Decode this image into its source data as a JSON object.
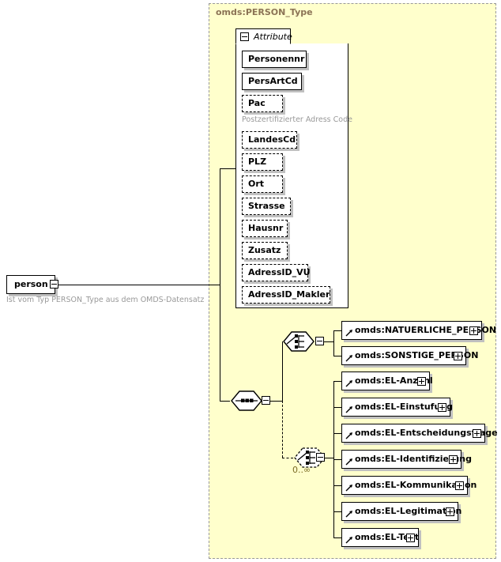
{
  "diagram": {
    "kind": "xsd-schema-diagram",
    "colors": {
      "type_background": "#ffffcc",
      "type_border": "#999999",
      "panel_background": "#ffffff",
      "box_border": "#000000",
      "shadow": "#c0c0c0",
      "title_text": "#8b7355",
      "annotation_text": "#999999",
      "cardinality_text": "#7a6a23"
    }
  },
  "type_box": {
    "title": "omds:PERSON_Type"
  },
  "root_element": {
    "name": "person",
    "toggle": "minus",
    "annotation": "Ist vom Typ PERSON_Type aus dem OMDS-Datensatz"
  },
  "attribute_panel": {
    "tab_label": "Attribute",
    "tab_toggle": "minus",
    "items": [
      {
        "name": "Personennr",
        "optional": false,
        "annotation": ""
      },
      {
        "name": "PersArtCd",
        "optional": false,
        "annotation": ""
      },
      {
        "name": "Pac",
        "optional": true,
        "annotation": "Postzertifizierter Adress Code"
      },
      {
        "name": "LandesCd",
        "optional": true,
        "annotation": ""
      },
      {
        "name": "PLZ",
        "optional": true,
        "annotation": ""
      },
      {
        "name": "Ort",
        "optional": true,
        "annotation": ""
      },
      {
        "name": "Strasse",
        "optional": true,
        "annotation": ""
      },
      {
        "name": "Hausnr",
        "optional": true,
        "annotation": ""
      },
      {
        "name": "Zusatz",
        "optional": true,
        "annotation": ""
      },
      {
        "name": "AdressID_VU",
        "optional": true,
        "annotation": ""
      },
      {
        "name": "AdressID_Makler",
        "optional": true,
        "annotation": ""
      }
    ]
  },
  "compositors": {
    "sequence": {
      "type": "sequence",
      "optional": false,
      "cardinality": "",
      "toggle": "minus"
    },
    "choice_person": {
      "type": "choice",
      "optional": false,
      "cardinality": "",
      "toggle": "minus"
    },
    "choice_el": {
      "type": "choice",
      "optional": true,
      "cardinality": "0..∞",
      "toggle": "minus"
    }
  },
  "choice_person_elements": [
    {
      "name": "omds:NATUERLICHE_PERSON",
      "toggle": "plus",
      "reference": true
    },
    {
      "name": "omds:SONSTIGE_PERSON",
      "toggle": "plus",
      "reference": true
    }
  ],
  "choice_el_elements": [
    {
      "name": "omds:EL-Anzahl",
      "toggle": "plus",
      "reference": true
    },
    {
      "name": "omds:EL-Einstufung",
      "toggle": "plus",
      "reference": true
    },
    {
      "name": "omds:EL-Entscheidungsfrage",
      "toggle": "plus",
      "reference": true
    },
    {
      "name": "omds:EL-Identifizierung",
      "toggle": "plus",
      "reference": true
    },
    {
      "name": "omds:EL-Kommunikation",
      "toggle": "plus",
      "reference": true
    },
    {
      "name": "omds:EL-Legitimation",
      "toggle": "plus",
      "reference": true
    },
    {
      "name": "omds:EL-Text",
      "toggle": "plus",
      "reference": true
    }
  ]
}
